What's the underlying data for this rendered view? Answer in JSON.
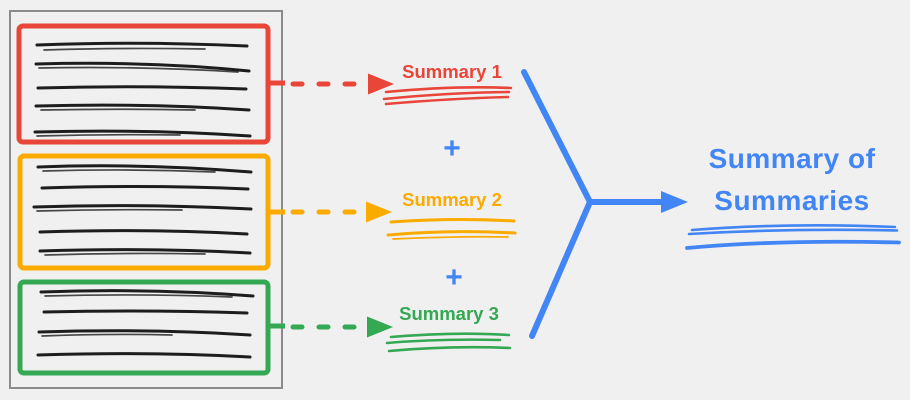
{
  "diagram": {
    "source_document": {
      "chunks": [
        {
          "name": "chunk-1",
          "color": "#E94539",
          "text_lines": 5
        },
        {
          "name": "chunk-2",
          "color": "#FBAB00",
          "text_lines": 5
        },
        {
          "name": "chunk-3",
          "color": "#34A853",
          "text_lines": 4
        }
      ]
    },
    "summaries": [
      {
        "label": "Summary 1",
        "color": "#E94539"
      },
      {
        "label": "Summary 2",
        "color": "#FBAB00"
      },
      {
        "label": "Summary 3",
        "color": "#34A853"
      }
    ],
    "plus": "+",
    "result": {
      "line1": "Summary of",
      "line2": "Summaries",
      "color": "#4285F4"
    }
  },
  "colors": {
    "background": "#F0F0F0",
    "document_border": "#8A8A8A",
    "ink": "#1D1D1D",
    "red": "#E94539",
    "orange": "#FBAB00",
    "green": "#34A853",
    "blue": "#4285F4"
  }
}
